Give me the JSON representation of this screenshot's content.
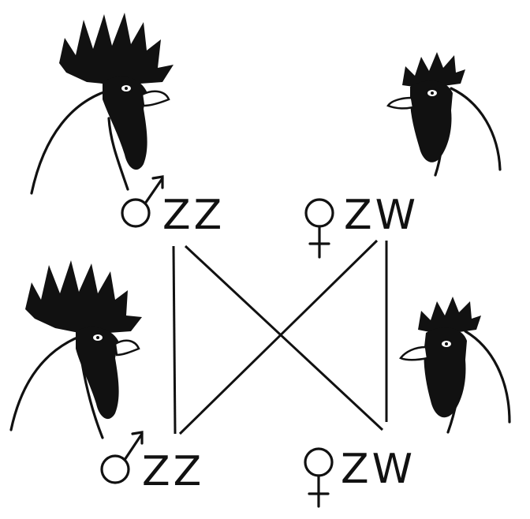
{
  "colors": {
    "ink": "#111111",
    "background": "#ffffff"
  },
  "top_male": {
    "symbol": "male-symbol-icon",
    "genotype": "ZZ"
  },
  "top_female": {
    "symbol": "female-symbol-icon",
    "genotype": "ZW"
  },
  "bottom_male": {
    "symbol": "male-symbol-icon",
    "genotype": "ZZ"
  },
  "bottom_female": {
    "symbol": "female-symbol-icon",
    "genotype": "ZW"
  },
  "illustrations": [
    "rooster-head-icon",
    "hen-head-icon",
    "rooster-head-icon",
    "hen-head-icon"
  ]
}
